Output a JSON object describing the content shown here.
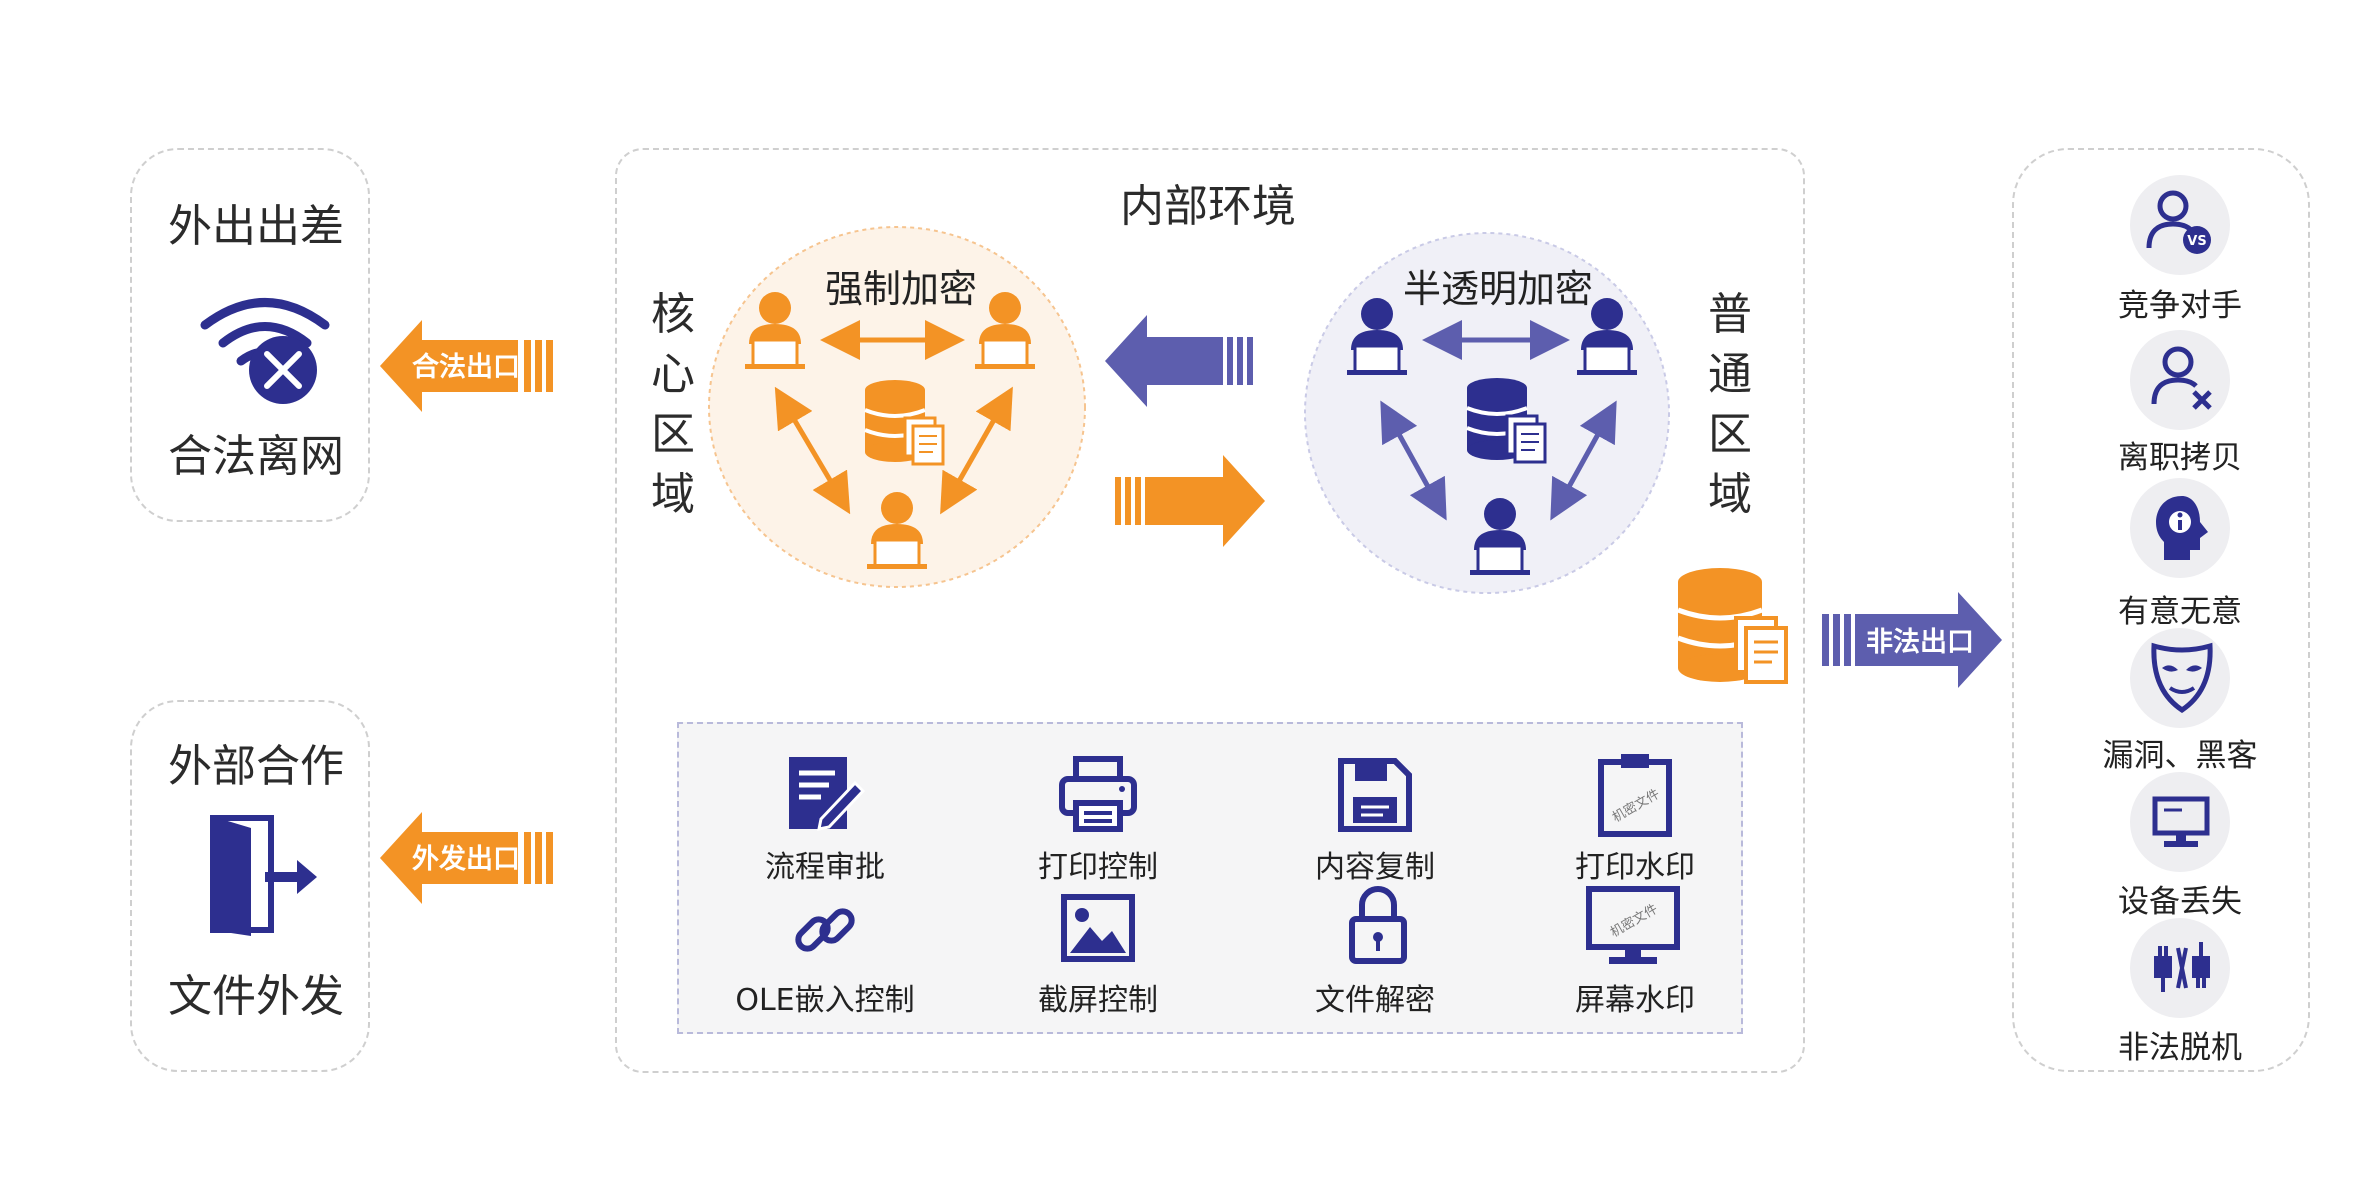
{
  "colors": {
    "orange": "#f39325",
    "navy": "#2d2f8f",
    "purple": "#5d5eae",
    "core_bg": "#fdf3e8",
    "normal_bg": "#f0f0f7"
  },
  "left_top": {
    "title": "外出出差",
    "subtitle": "合法离网",
    "icon": "wifi-off-icon",
    "exit_label": "合法出口"
  },
  "left_bottom": {
    "title": "外部合作",
    "subtitle": "文件外发",
    "icon": "door-exit-icon",
    "exit_label": "外发出口"
  },
  "center": {
    "title": "内部环境",
    "core_zone": {
      "label": [
        "核",
        "心",
        "区",
        "域"
      ],
      "circle_title": "强制加密"
    },
    "normal_zone": {
      "label": [
        "普",
        "通",
        "区",
        "域"
      ],
      "circle_title": "半透明加密"
    },
    "tools": [
      {
        "label": "流程审批",
        "icon": "document-edit-icon"
      },
      {
        "label": "打印控制",
        "icon": "printer-icon"
      },
      {
        "label": "内容复制",
        "icon": "floppy-disk-icon"
      },
      {
        "label": "打印水印",
        "icon": "clipboard-watermark-icon"
      },
      {
        "label": "OLE嵌入控制",
        "icon": "link-icon"
      },
      {
        "label": "截屏控制",
        "icon": "image-icon"
      },
      {
        "label": "文件解密",
        "icon": "padlock-icon"
      },
      {
        "label": "屏幕水印",
        "icon": "monitor-watermark-icon"
      }
    ],
    "watermark_text": "机密文件"
  },
  "right": {
    "exit_label": "非法出口",
    "threats": [
      {
        "label": "竞争对手",
        "icon": "user-vs-icon"
      },
      {
        "label": "离职拷贝",
        "icon": "user-x-icon"
      },
      {
        "label": "有意无意",
        "icon": "head-info-icon"
      },
      {
        "label": "漏洞、黑客",
        "icon": "hacker-mask-icon"
      },
      {
        "label": "设备丢失",
        "icon": "computer-icon"
      },
      {
        "label": "非法脱机",
        "icon": "plug-disconnect-icon"
      }
    ]
  }
}
